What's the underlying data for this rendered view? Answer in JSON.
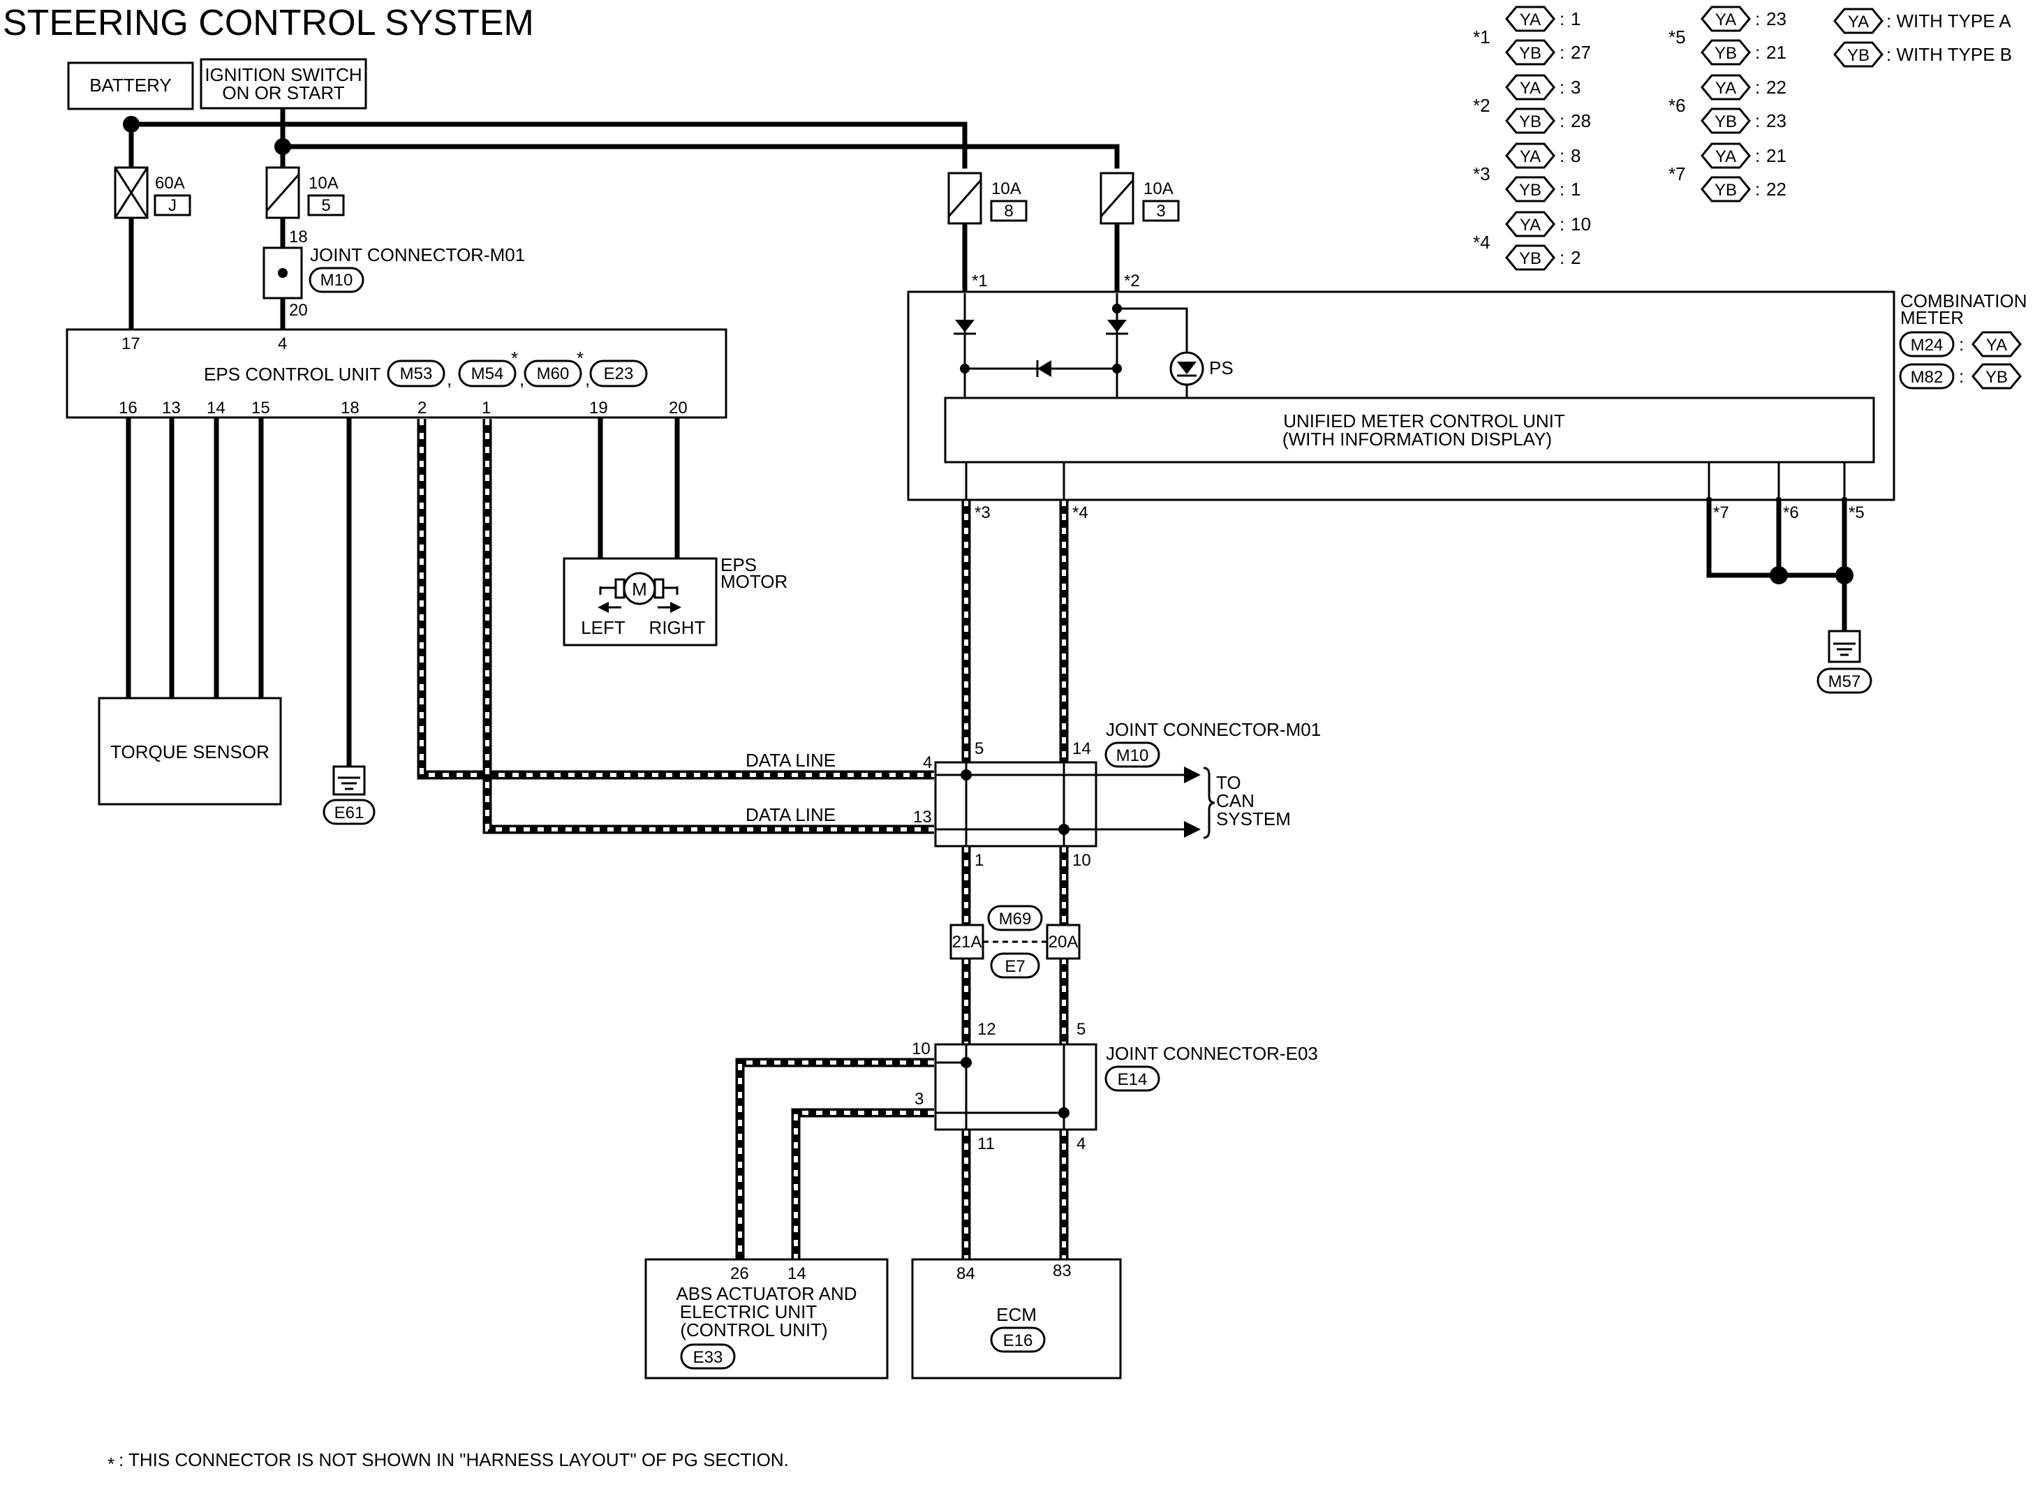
{
  "title": "STEERING CONTROL SYSTEM",
  "battery": "BATTERY",
  "ignition": {
    "line1": "IGNITION SWITCH",
    "line2": "ON OR START"
  },
  "fuses": [
    {
      "amp": "60A",
      "id": "J"
    },
    {
      "amp": "10A",
      "id": "5"
    },
    {
      "amp": "10A",
      "id": "8"
    },
    {
      "amp": "10A",
      "id": "3"
    }
  ],
  "joint_m01_top": {
    "label": "JOINT CONNECTOR-M01",
    "connector": "M10",
    "pin_in": "18",
    "pin_out": "20"
  },
  "eps_unit": {
    "label": "EPS CONTROL UNIT",
    "connectors": [
      "M53",
      "M54",
      "M60",
      "E23"
    ],
    "sep1": ",",
    "sep2": ",",
    "sep3": ",",
    "star": "*",
    "top_pins": [
      "17",
      "4"
    ],
    "bottom_pins": [
      "16",
      "13",
      "14",
      "15",
      "18",
      "2",
      "1",
      "19",
      "20"
    ]
  },
  "torque_sensor": "TORQUE SENSOR",
  "eps_motor": {
    "line1": "EPS",
    "line2": "MOTOR",
    "left": "LEFT",
    "right": "RIGHT",
    "symbol": "M"
  },
  "ground_e61": "E61",
  "ground_m57": "M57",
  "combo_meter": {
    "line1": "COMBINATION",
    "line2": "METER",
    "conn1": "M24",
    "conn2": "M82",
    "colon": ":",
    "type1": "YA",
    "type2": "YB",
    "ps": "PS",
    "unit_line1": "UNIFIED METER CONTROL UNIT",
    "unit_line2": "(WITH INFORMATION DISPLAY)"
  },
  "star_marks": {
    "s1": "*1",
    "s2": "*2",
    "s3": "*3",
    "s4": "*4",
    "s5": "*5",
    "s6": "*6",
    "s7": "*7"
  },
  "data_line": "DATA LINE",
  "joint_m01_can": {
    "label": "JOINT CONNECTOR-M01",
    "connector": "M10",
    "pins": {
      "top_left": "5",
      "top_right": "14",
      "left_upper": "4",
      "left_lower": "13",
      "bottom_left": "1",
      "bottom_right": "10"
    }
  },
  "to_can": {
    "line1": "TO",
    "line2": "CAN",
    "line3": "SYSTEM"
  },
  "inline_conn": {
    "top": "M69",
    "bottom": "E7",
    "left": "21A",
    "right": "20A"
  },
  "joint_e03": {
    "label": "JOINT CONNECTOR-E03",
    "connector": "E14",
    "pins": {
      "top_left": "12",
      "top_right": "5",
      "left_upper": "10",
      "left_lower": "3",
      "bottom_left": "11",
      "bottom_right": "4"
    }
  },
  "abs": {
    "line1": "ABS ACTUATOR AND",
    "line2": "ELECTRIC UNIT",
    "line3": "(CONTROL UNIT)",
    "connector": "E33",
    "pins": [
      "26",
      "14"
    ]
  },
  "ecm": {
    "label": "ECM",
    "connector": "E16",
    "pins": [
      "84",
      "83"
    ]
  },
  "legend": {
    "groups": [
      {
        "star": "*1",
        "ya": "1",
        "yb": "27"
      },
      {
        "star": "*2",
        "ya": "3",
        "yb": "28"
      },
      {
        "star": "*3",
        "ya": "8",
        "yb": "1"
      },
      {
        "star": "*4",
        "ya": "10",
        "yb": "2"
      },
      {
        "star": "*5",
        "ya": "23",
        "yb": "21"
      },
      {
        "star": "*6",
        "ya": "22",
        "yb": "23"
      },
      {
        "star": "*7",
        "ya": "21",
        "yb": "22"
      }
    ],
    "ya": "YA",
    "yb": "YB",
    "colon": ":",
    "type_a": ": WITH TYPE A",
    "type_b": ": WITH TYPE B"
  },
  "footnote_star": "*",
  "footnote": ": THIS CONNECTOR IS NOT SHOWN IN \"HARNESS LAYOUT\" OF PG SECTION."
}
